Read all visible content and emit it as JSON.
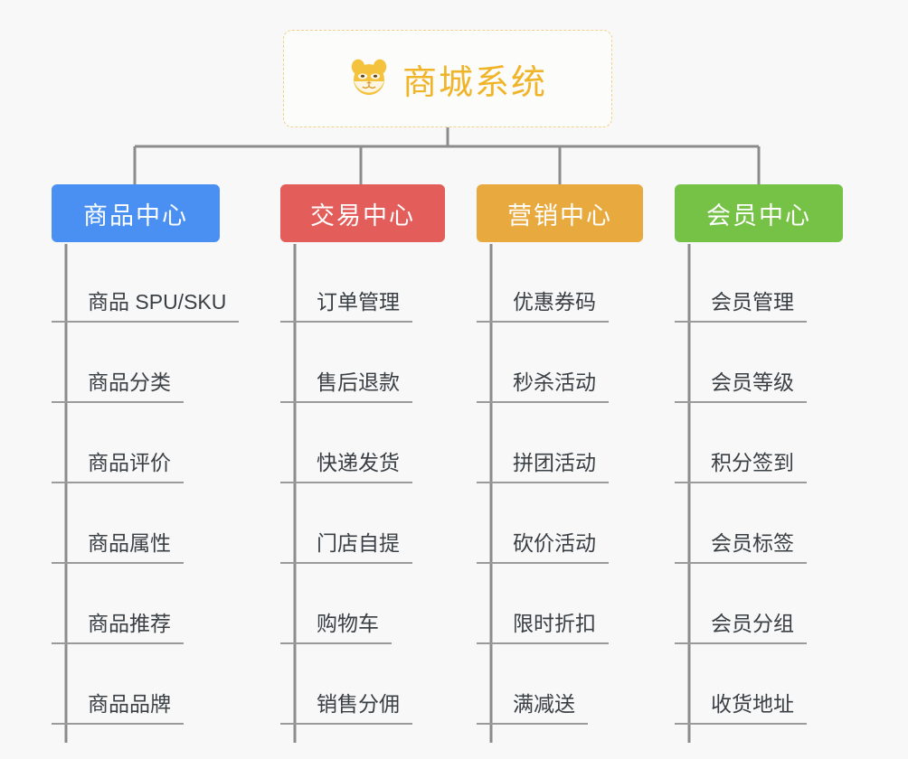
{
  "page": {
    "background_color": "#f8f8f8",
    "line_color": "#8c8c8c",
    "leaf_text_color": "#3a3f44"
  },
  "root": {
    "title": "商城系统",
    "icon": "shiba-dog-face-icon",
    "emoji": "🐶",
    "text_color": "#f0b429",
    "border_color": "#f3cf8a",
    "background_color": "#fcfcfa"
  },
  "columns": [
    {
      "header": "商品中心",
      "color": "#4a90f2",
      "items": [
        "商品 SPU/SKU",
        "商品分类",
        "商品评价",
        "商品属性",
        "商品推荐",
        "商品品牌"
      ]
    },
    {
      "header": "交易中心",
      "color": "#e35d5b",
      "items": [
        "订单管理",
        "售后退款",
        "快递发货",
        "门店自提",
        "购物车",
        "销售分佣"
      ]
    },
    {
      "header": "营销中心",
      "color": "#e8aa3e",
      "items": [
        "优惠券码",
        "秒杀活动",
        "拼团活动",
        "砍价活动",
        "限时折扣",
        "满减送"
      ]
    },
    {
      "header": "会员中心",
      "color": "#76c246",
      "items": [
        "会员管理",
        "会员等级",
        "积分签到",
        "会员标签",
        "会员分组",
        "收货地址"
      ]
    }
  ]
}
